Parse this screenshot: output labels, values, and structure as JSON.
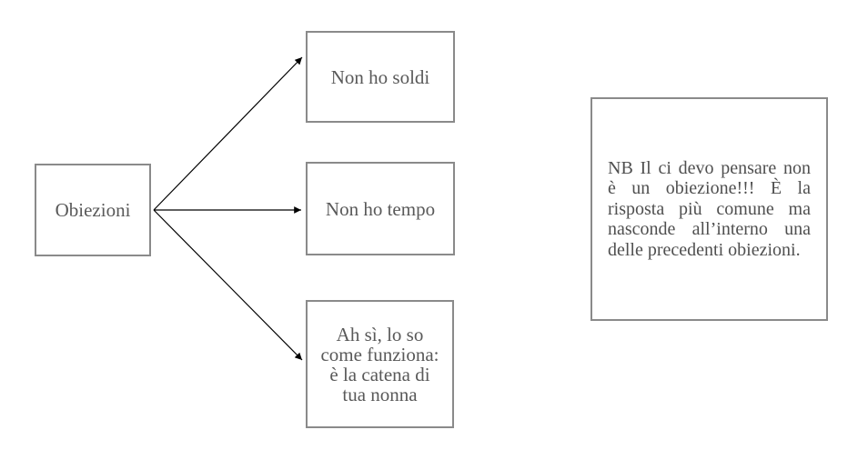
{
  "colors": {
    "background": "#ffffff",
    "box_border": "#8a8a8a",
    "box_text": "#595959",
    "note_text": "#4f4f4f",
    "arrow": "#000000"
  },
  "diagram": {
    "root": {
      "label": "Obiezioni"
    },
    "objections": [
      {
        "label": "Non ho soldi"
      },
      {
        "label": "Non ho tempo"
      },
      {
        "label": "Ah sì, lo so come funziona: è la catena di tua nonna",
        "lines": [
          "Ah sì, lo so",
          "come funziona:",
          "è la catena di",
          "tua nonna"
        ]
      }
    ],
    "note": {
      "text": "NB Il ci devo pensare non è un obiezione!!! È la risposta più comune ma nasconde all’interno una delle precedenti obiezioni.",
      "lines": [
        "NB Il ci devo pensare non",
        "è un obiezione!!! È la",
        "risposta più comune ma",
        "nasconde all’interno una",
        "delle precedenti obiezioni."
      ]
    }
  }
}
